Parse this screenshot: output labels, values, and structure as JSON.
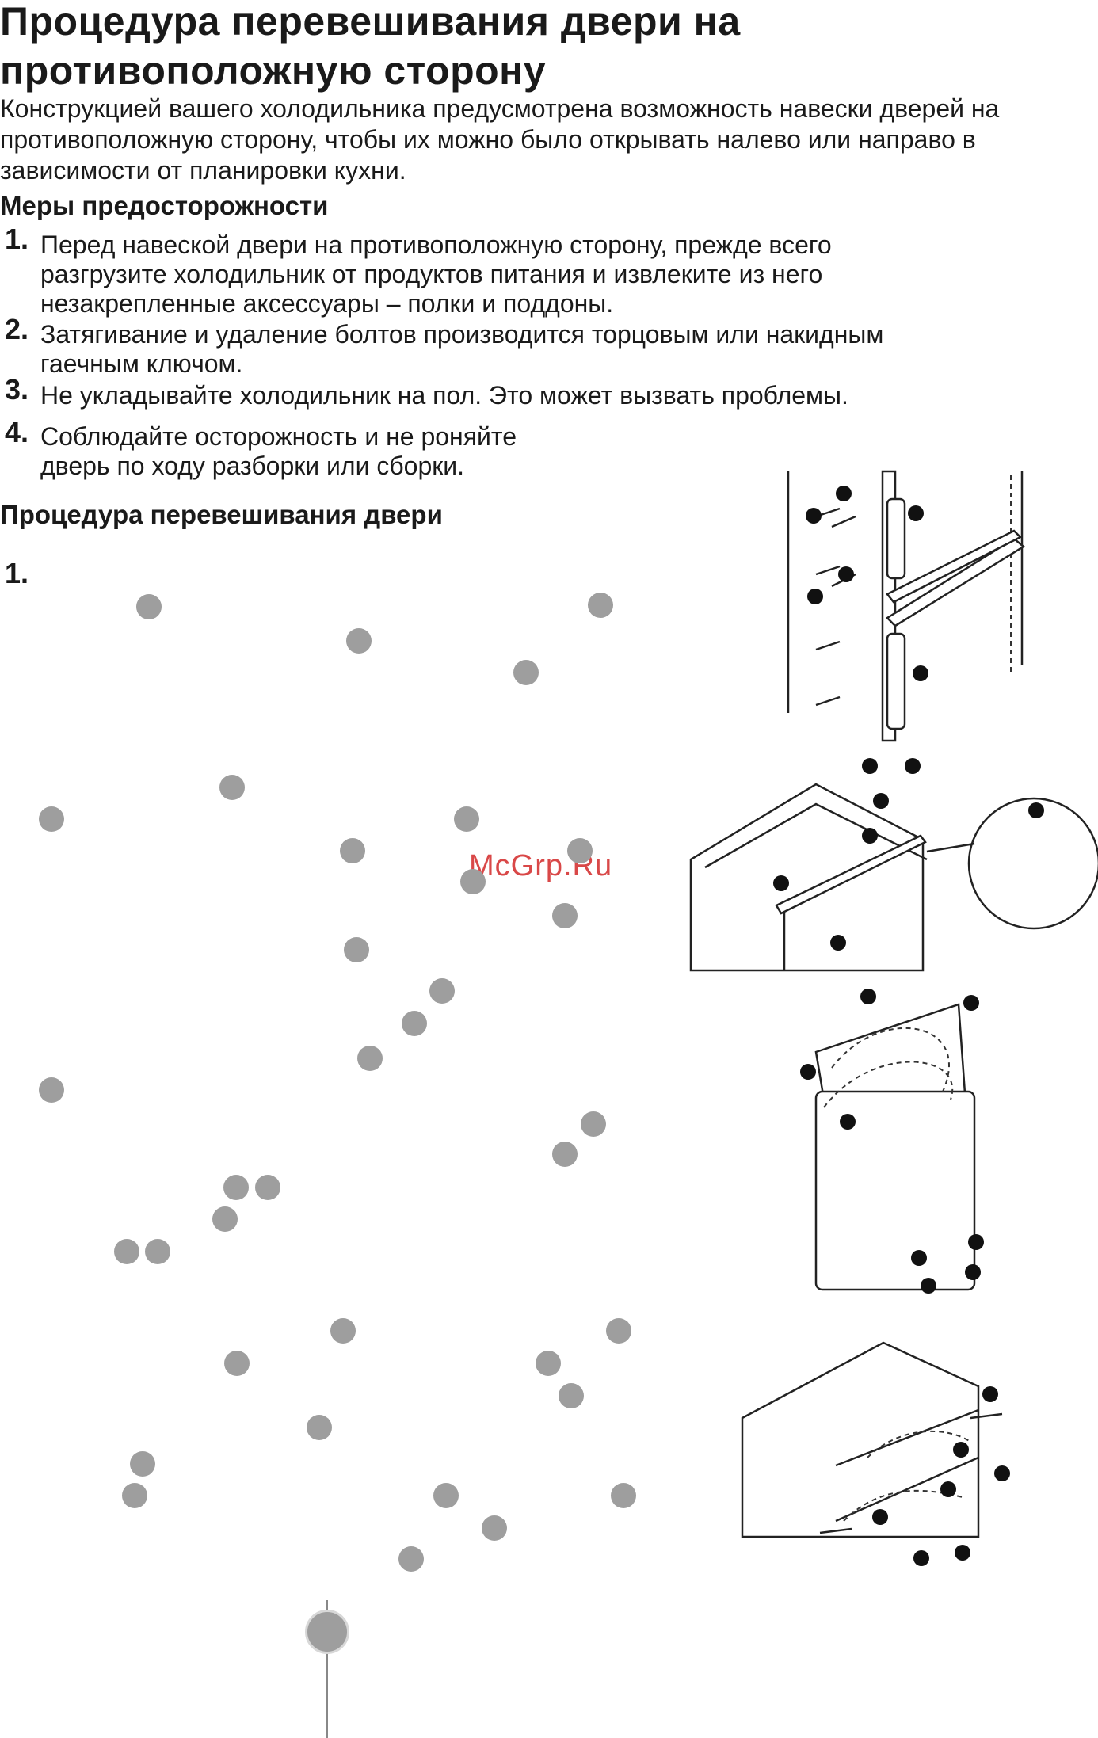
{
  "title": "Процедура перевешивания двери на противоположную сторону",
  "intro": "Конструкцией вашего холодильника предусмотрена возможность навески дверей на противоположную сторону, чтобы их можно было открывать налево или направо в зависимости от планировки кухни.",
  "precautions": {
    "heading": "Меры предосторожности",
    "items": [
      {
        "num": "1.",
        "text": "Перед навеской двери на противоположную сторону, прежде всего разгрузите холодильник от продуктов питания и извлеките из него незакрепленные аксессуары – полки и поддоны."
      },
      {
        "num": "2.",
        "text": "Затягивание и удаление болтов производится торцовым или накидным гаечным ключом."
      },
      {
        "num": "3.",
        "text": "Не укладывайте холодильник на пол. Это может вызвать проблемы."
      },
      {
        "num": "4.",
        "text": "Соблюдайте осторожность и не роняйте дверь по ходу разборки или сборки."
      }
    ]
  },
  "procedure": {
    "heading": "Процедура перевешивания двери",
    "step1": "1."
  },
  "watermark": "McGrp.Ru",
  "colors": {
    "marker": "#9e9e9e",
    "watermark": "#d94848",
    "callout": "#111111"
  }
}
